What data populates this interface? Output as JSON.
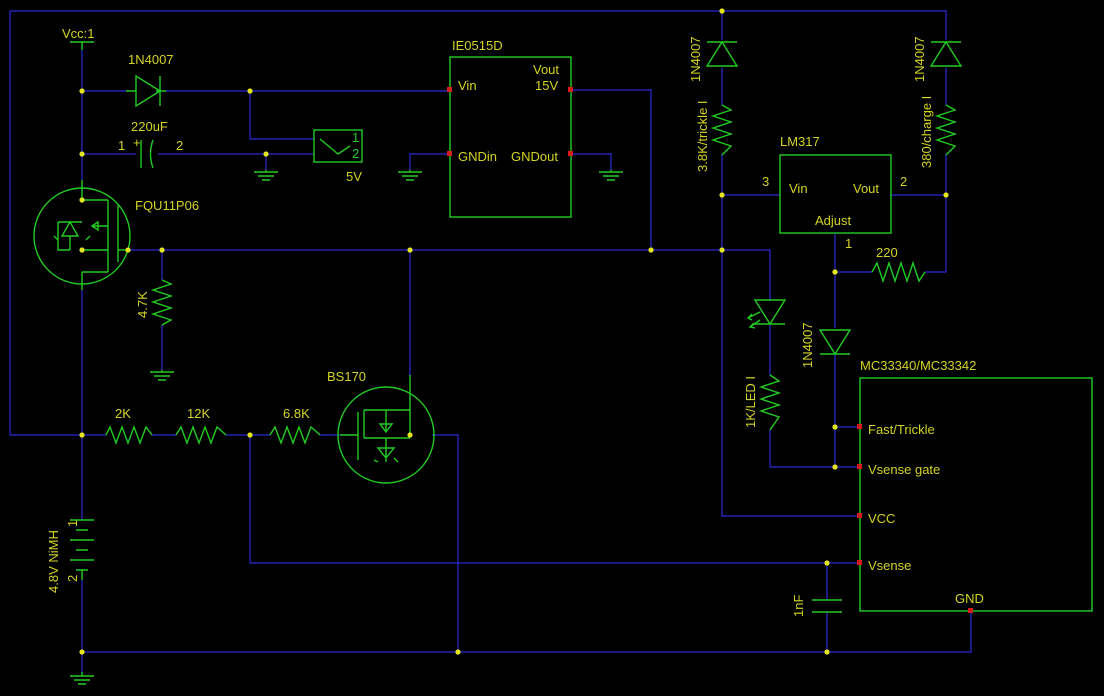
{
  "labels": {
    "vcc": "Vcc:1",
    "d1": "1N4007",
    "cap": "220uF",
    "cap_pin1": "1",
    "cap_pin2": "2",
    "cap_plus": "+",
    "mosfet_p": "FQU11P06",
    "r_pull": "4.7K",
    "sw_pin1": "1",
    "sw_pin2": "2",
    "sw_val": "5V",
    "conv": "IE0515D",
    "conv_vin": "Vin",
    "conv_vout": "Vout",
    "conv_15v": "15V",
    "conv_gndin": "GNDin",
    "conv_gndout": "GNDout",
    "d_trickle": "1N4007",
    "r_trickle": "3.8K/trickle I",
    "d_charge": "1N4007",
    "r_charge": "380/charge I",
    "reg": "LM317",
    "reg_vin": "Vin",
    "reg_vout": "Vout",
    "reg_adj": "Adjust",
    "reg_pin3": "3",
    "reg_pin2": "2",
    "reg_pin1": "1",
    "r_adj": "220",
    "d_reg": "1N4007",
    "r_led": "1K/LED I",
    "ic": "MC33340/MC33342",
    "ic_fast": "Fast/Trickle",
    "ic_vgate": "Vsense gate",
    "ic_vcc": "VCC",
    "ic_vsense": "Vsense",
    "ic_gnd": "GND",
    "r2k": "2K",
    "r12k": "12K",
    "r68k": "6.8K",
    "mosfet_n": "BS170",
    "battery": "4.8V NiMH",
    "bat_pin1": "1",
    "bat_pin2": "2",
    "cap_1nf": "1nF"
  },
  "colors": {
    "background": "#000000",
    "wire": "#2a2ad8",
    "component": "#22cc22",
    "label": "#d4d422",
    "junction": "#e6e61e",
    "pin": "#d41e1e"
  }
}
